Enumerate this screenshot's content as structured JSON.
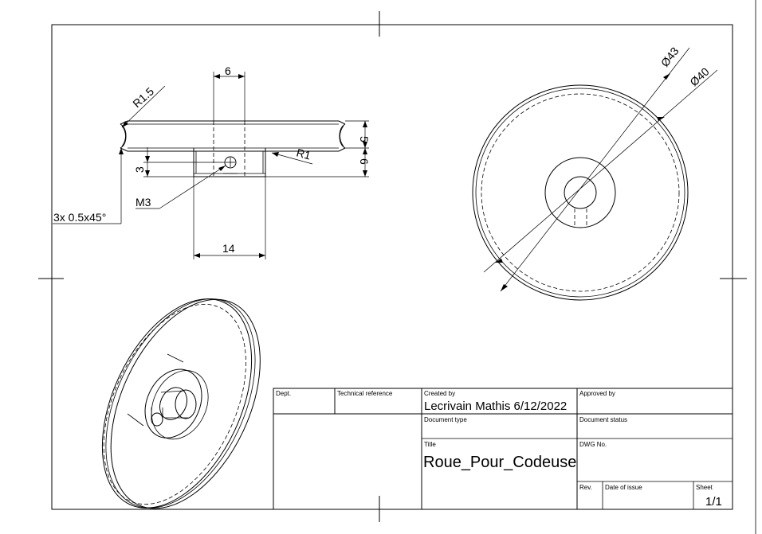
{
  "dimensions": {
    "width_top": "6",
    "radius_groove": "R1.5",
    "radius_fillet": "R1",
    "height_rim": "5",
    "height_hub": "6",
    "hole_offset": "3",
    "thread": "M3",
    "chamfer": "3x 0.5x45°",
    "hub_width": "14",
    "diameter_outer": "Ø43",
    "diameter_inner": "Ø40"
  },
  "title_block": {
    "dept_label": "Dept.",
    "tech_ref_label": "Technical reference",
    "created_by_label": "Created by",
    "created_by_value": "Lecrivain Mathis 6/12/2022",
    "approved_by_label": "Approved by",
    "doc_type_label": "Document type",
    "doc_status_label": "Document status",
    "title_label": "Title",
    "title_value": "Roue_Pour_Codeuse",
    "dwg_no_label": "DWG No.",
    "rev_label": "Rev.",
    "date_issue_label": "Date of issue",
    "sheet_label": "Sheet",
    "sheet_value": "1/1"
  }
}
